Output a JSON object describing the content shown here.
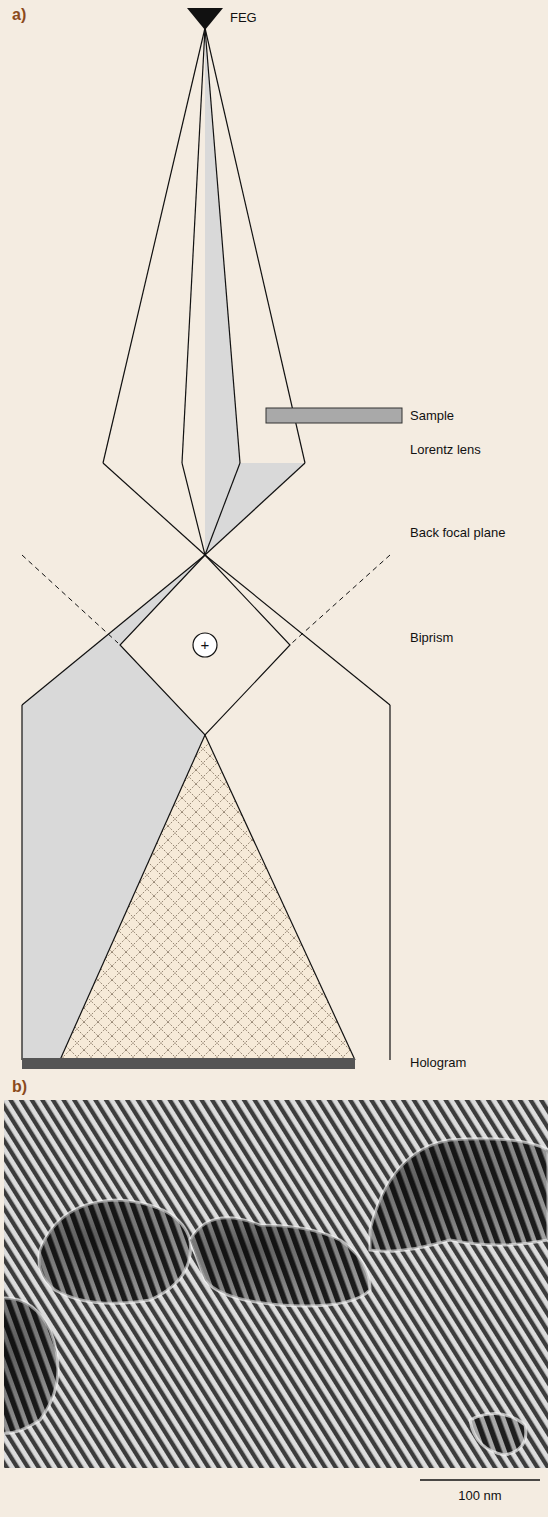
{
  "diagram": {
    "labels": [
      "a)",
      "FEG",
      "Sample",
      "Lorentz lens",
      "Back focal plane",
      "Biprism",
      "+",
      "Hologram",
      "b)",
      "100 nm"
    ]
  }
}
